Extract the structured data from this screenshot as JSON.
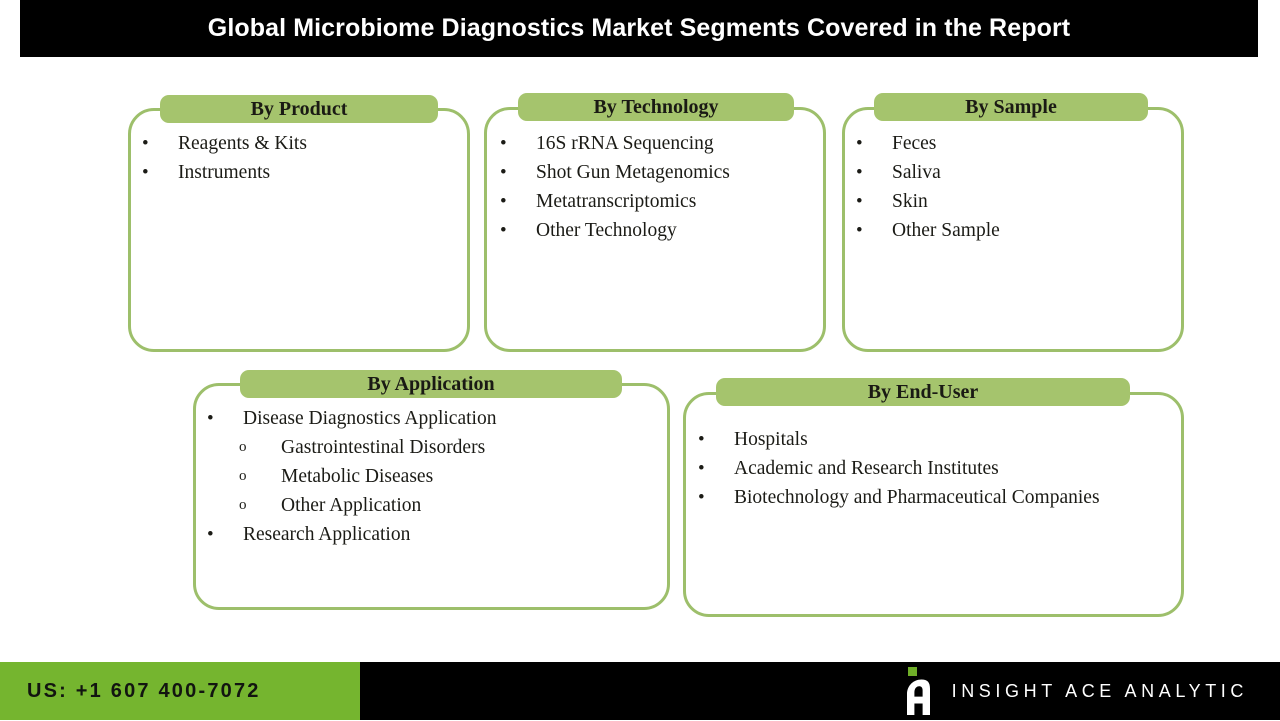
{
  "header": {
    "title": "Global Microbiome Diagnostics Market Segments Covered in the Report"
  },
  "colors": {
    "banner_bg": "#000000",
    "label_green": "#a5c46d",
    "border_green": "#9dbf6b",
    "footer_green": "#75b52f",
    "text_dark": "#1b1b16",
    "white": "#ffffff"
  },
  "segments": [
    {
      "label": "By Product",
      "items": [
        {
          "level": 1,
          "bullet": "•",
          "text": "Reagents & Kits"
        },
        {
          "level": 1,
          "bullet": "•",
          "text": "Instruments"
        }
      ]
    },
    {
      "label": "By Technology",
      "items": [
        {
          "level": 1,
          "bullet": "•",
          "text": "16S rRNA Sequencing"
        },
        {
          "level": 1,
          "bullet": "•",
          "text": "Shot Gun Metagenomics"
        },
        {
          "level": 1,
          "bullet": "•",
          "text": "Metatranscriptomics"
        },
        {
          "level": 1,
          "bullet": "•",
          "text": "Other Technology"
        }
      ]
    },
    {
      "label": "By Sample",
      "items": [
        {
          "level": 1,
          "bullet": "•",
          "text": "Feces"
        },
        {
          "level": 1,
          "bullet": "•",
          "text": "Saliva"
        },
        {
          "level": 1,
          "bullet": "•",
          "text": "Skin"
        },
        {
          "level": 1,
          "bullet": "•",
          "text": "Other Sample"
        }
      ]
    },
    {
      "label": "By Application",
      "items": [
        {
          "level": 1,
          "bullet": "•",
          "text": "Disease Diagnostics Application"
        },
        {
          "level": 2,
          "bullet": "o",
          "text": "Gastrointestinal Disorders"
        },
        {
          "level": 2,
          "bullet": "o",
          "text": "Metabolic Diseases"
        },
        {
          "level": 2,
          "bullet": "o",
          "text": "Other Application"
        },
        {
          "level": 1,
          "bullet": "•",
          "text": "Research Application"
        }
      ]
    },
    {
      "label": "By End-User",
      "items": [
        {
          "level": 1,
          "bullet": "•",
          "text": "Hospitals"
        },
        {
          "level": 1,
          "bullet": "•",
          "text": "Academic and Research Institutes"
        },
        {
          "level": 1,
          "bullet": "•",
          "text": "Biotechnology and Pharmaceutical Companies"
        }
      ]
    }
  ],
  "footer": {
    "phone": "US: +1 607 400-7072",
    "brand_name": "INSIGHT ACE ANALYTIC",
    "brand_icon": "insight-ace-a-mark"
  }
}
